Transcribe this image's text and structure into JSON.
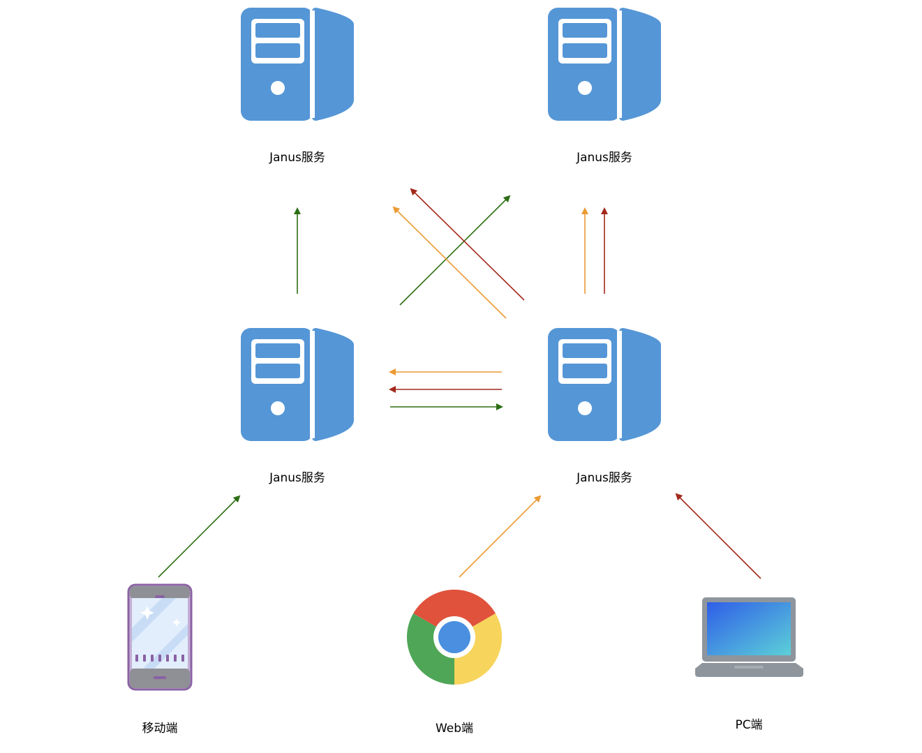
{
  "nodes": {
    "server_top_left": {
      "label": "Janus服务",
      "icon": "server-icon"
    },
    "server_top_right": {
      "label": "Janus服务",
      "icon": "server-icon"
    },
    "server_mid_left": {
      "label": "Janus服务",
      "icon": "server-icon"
    },
    "server_mid_right": {
      "label": "Janus服务",
      "icon": "server-icon"
    },
    "client_mobile": {
      "label": "移动端",
      "icon": "mobile-phone-icon"
    },
    "client_web": {
      "label": "Web端",
      "icon": "chrome-browser-icon"
    },
    "client_pc": {
      "label": "PC端",
      "icon": "laptop-icon"
    }
  },
  "colors": {
    "server": "#5596d6",
    "green": "#2d6e14",
    "orange": "#eb9a33",
    "red": "#a3281a",
    "label": "#000000"
  },
  "edges": [
    {
      "from": "client_mobile",
      "to": "server_mid_left",
      "color": "green"
    },
    {
      "from": "client_web",
      "to": "server_mid_right",
      "color": "orange"
    },
    {
      "from": "client_pc",
      "to": "server_mid_right",
      "color": "red"
    },
    {
      "from": "server_mid_right",
      "to": "server_mid_left",
      "color": "orange"
    },
    {
      "from": "server_mid_right",
      "to": "server_mid_left",
      "color": "red"
    },
    {
      "from": "server_mid_left",
      "to": "server_mid_right",
      "color": "green"
    },
    {
      "from": "server_mid_left",
      "to": "server_top_left",
      "color": "green"
    },
    {
      "from": "server_mid_left",
      "to": "server_top_right",
      "color": "green"
    },
    {
      "from": "server_mid_right",
      "to": "server_top_left",
      "color": "orange"
    },
    {
      "from": "server_mid_right",
      "to": "server_top_left",
      "color": "red"
    },
    {
      "from": "server_mid_right",
      "to": "server_top_right",
      "color": "orange"
    },
    {
      "from": "server_mid_right",
      "to": "server_top_right",
      "color": "red"
    }
  ]
}
